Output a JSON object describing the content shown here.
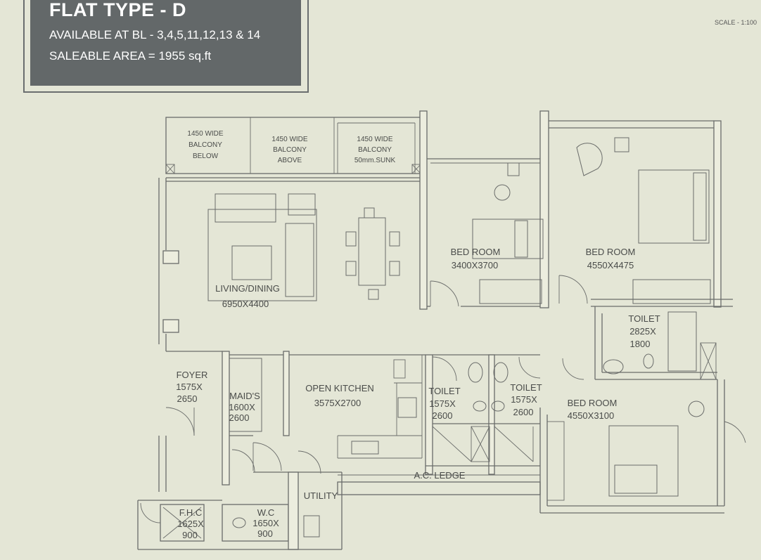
{
  "header": {
    "title": "FLAT TYPE - D",
    "availability": "AVAILABLE AT BL - 3,4,5,11,12,13 & 14",
    "area": "SALEABLE  AREA = 1955 sq.ft"
  },
  "scale": "SCALE - 1:100",
  "balconies": [
    {
      "lines": [
        "1450 WIDE",
        "BALCONY",
        "BELOW"
      ]
    },
    {
      "lines": [
        "1450 WIDE",
        "BALCONY",
        "ABOVE"
      ]
    },
    {
      "lines": [
        "1450 WIDE",
        "BALCONY",
        "50mm.SUNK"
      ]
    }
  ],
  "rooms": {
    "living": {
      "name": "LIVING/DINING",
      "size": "6950X4400"
    },
    "bed1": {
      "name": "BED ROOM",
      "size": "3400X3700"
    },
    "bed2": {
      "name": "BED ROOM",
      "size": "4550X4475"
    },
    "bed3": {
      "name": "BED ROOM",
      "size": "4550X3100"
    },
    "toilet_master": {
      "name": "TOILET",
      "size1": "2825X",
      "size2": "1800"
    },
    "foyer": {
      "name": "FOYER",
      "size1": "1575X",
      "size2": "2650"
    },
    "maids": {
      "name": "MAID'S",
      "size1": "1600X",
      "size2": "2600"
    },
    "kitchen": {
      "name": "OPEN KITCHEN",
      "size": "3575X2700"
    },
    "toilet_a": {
      "name": "TOILET",
      "size1": "1575X",
      "size2": "2600"
    },
    "toilet_b": {
      "name": "TOILET",
      "size1": "1575X",
      "size2": "2600"
    },
    "ac_ledge": {
      "name": "A.C. LEDGE"
    },
    "utility": {
      "name": "UTILITY"
    },
    "fhc": {
      "name": "F.H.C",
      "size1": "1625X",
      "size2": "900"
    },
    "wc": {
      "name": "W.C",
      "size1": "1650X",
      "size2": "900"
    }
  },
  "colors": {
    "background": "#e4e6d6",
    "header_fill": "#636869",
    "line": "#6a6c6a",
    "text": "#4a4c4a"
  }
}
